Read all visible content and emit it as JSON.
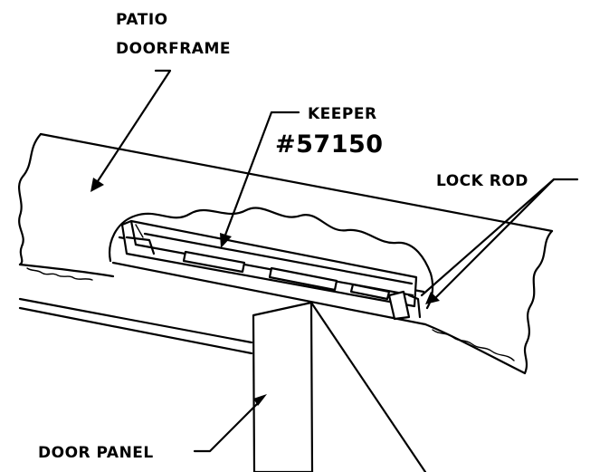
{
  "labels": {
    "patio_line1": "PATIO",
    "patio_line2": "DOORFRAME",
    "keeper_line1": "KEEPER",
    "keeper_line2": "#57150",
    "lock_rod": "LOCK ROD",
    "door_panel": "DOOR PANEL"
  },
  "colors": {
    "ink": "#000000",
    "paper": "#ffffff"
  }
}
